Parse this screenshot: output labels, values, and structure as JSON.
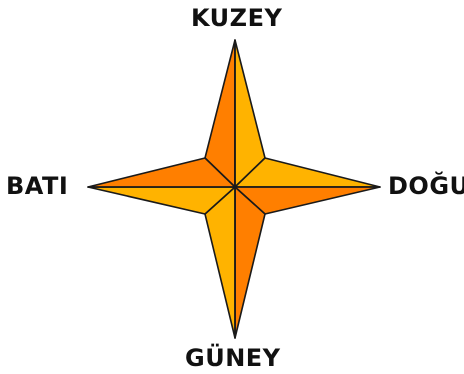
{
  "labels": {
    "north": "KUZEY",
    "south": "GÜNEY",
    "west": "BATI",
    "east": "DOĞU"
  },
  "colors": {
    "light": "#FFB300",
    "dark": "#FF7F00",
    "outline": "#1a1a1a"
  }
}
